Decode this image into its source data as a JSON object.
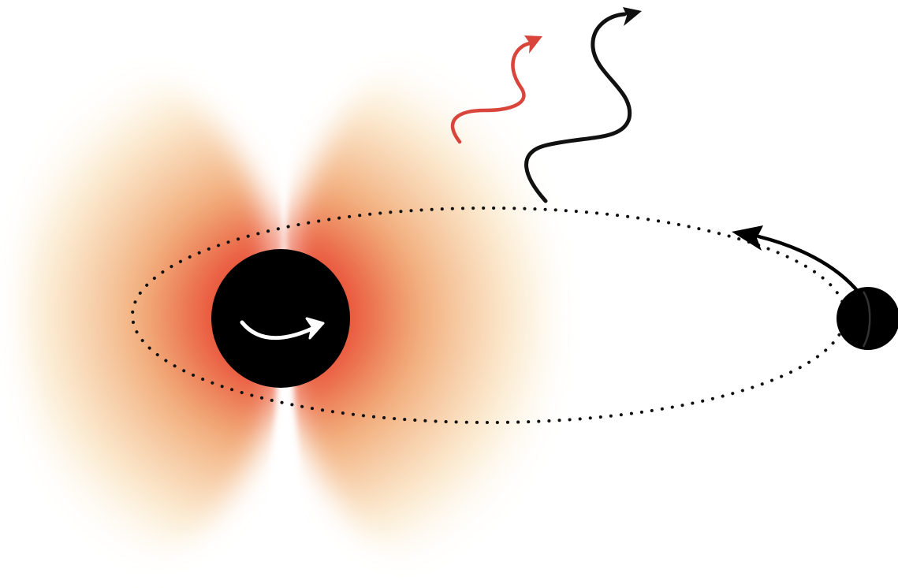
{
  "diagram": {
    "components": [
      {
        "id": "cloud",
        "name": "boson-cloud",
        "shape": "dumbbell"
      },
      {
        "id": "bh",
        "name": "rotating-black-hole",
        "spin_direction": "counterclockwise-arrow"
      },
      {
        "id": "orbit",
        "name": "dotted-orbit",
        "style": "dotted"
      },
      {
        "id": "companion",
        "name": "companion-body"
      },
      {
        "id": "wave_red",
        "name": "red-wavy-arrow"
      },
      {
        "id": "wave_black",
        "name": "black-wavy-arrow"
      }
    ]
  },
  "colors": {
    "background": "#ffffff",
    "cloud_core": "#e8332b",
    "cloud_mid": "#f0a36a",
    "cloud_edge": "#fbe9c9",
    "black_hole": "#000000",
    "spin_arrow": "#ffffff",
    "orbit": "#111111",
    "red_wave": "#d9453a",
    "black_wave": "#111111"
  }
}
